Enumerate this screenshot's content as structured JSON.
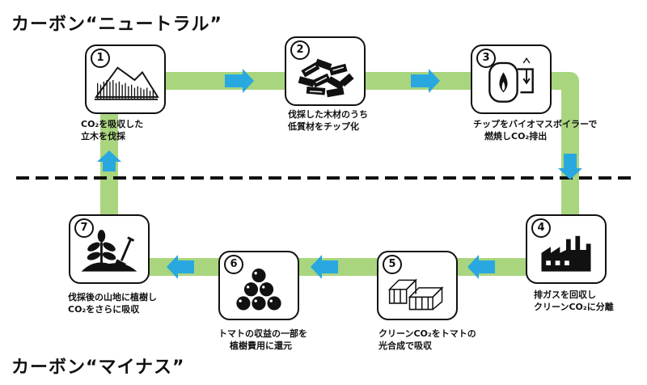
{
  "title_top": "カーボン“ニュートラル”",
  "title_bottom": "カーボン“マイナス”",
  "steps": [
    {
      "num": "1",
      "icon": "forest-icon",
      "line1": "CO₂を吸収した",
      "line2": "立木を伐採"
    },
    {
      "num": "2",
      "icon": "wood-chips-icon",
      "line1": "伐採した木材のうち",
      "line2": "低質材をチップ化"
    },
    {
      "num": "3",
      "icon": "biomass-boiler-icon",
      "line1": "チップをバイオマスボイラーで",
      "line2": "燃焼しCO₂排出"
    },
    {
      "num": "4",
      "icon": "factory-icon",
      "line1": "排ガスを回収し",
      "line2": "クリーンCO₂に分離"
    },
    {
      "num": "5",
      "icon": "greenhouse-icon",
      "line1": "クリーンCO₂をトマトの",
      "line2": "光合成で吸収"
    },
    {
      "num": "6",
      "icon": "tomatoes-icon",
      "line1": "トマトの収益の一部を",
      "line2": "植樹費用に還元"
    },
    {
      "num": "7",
      "icon": "planting-icon",
      "line1": "伐採後の山地に植樹し",
      "line2": "CO₂をさらに吸収"
    }
  ],
  "colors": {
    "path": "#a9d57e",
    "arrow": "#29a8e0",
    "ink": "#111111",
    "divider": "#111111"
  }
}
